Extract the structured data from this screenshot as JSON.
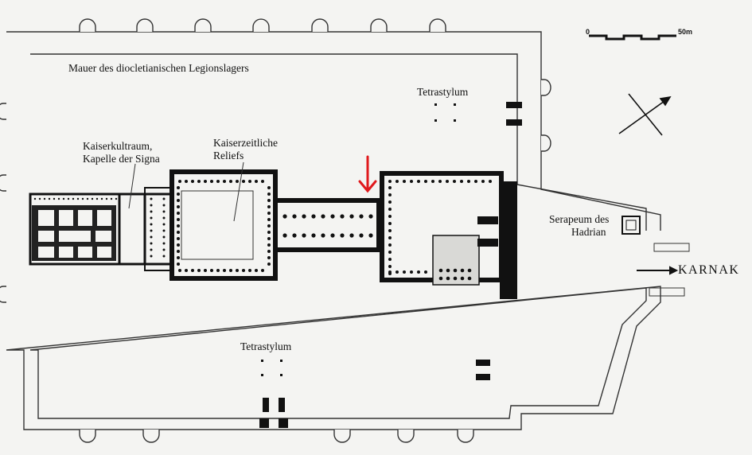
{
  "labels": {
    "wall": "Mauer des diocletianischen Legionslagers",
    "tetrastylum_north": "Tetrastylum",
    "tetrastylum_south": "Tetrastylum",
    "kaiserkult_line1": "Kaiserkultraum,",
    "kaiserkult_line2": "Kapelle der Signa",
    "reliefs_line1": "Kaiserzeitliche",
    "reliefs_line2": "Reliefs",
    "serapeum_line1": "Serapeum des",
    "serapeum_line2": "Hadrian",
    "karnak": "KARNAK"
  },
  "scale_bar": {
    "start": "0",
    "end": "50m"
  },
  "colors": {
    "ink": "#111111",
    "paper": "#f4f4f2",
    "marker": "#e0191c"
  },
  "icons": [
    "north-arrow-icon",
    "red-arrow-icon",
    "karnak-arrow-icon"
  ]
}
